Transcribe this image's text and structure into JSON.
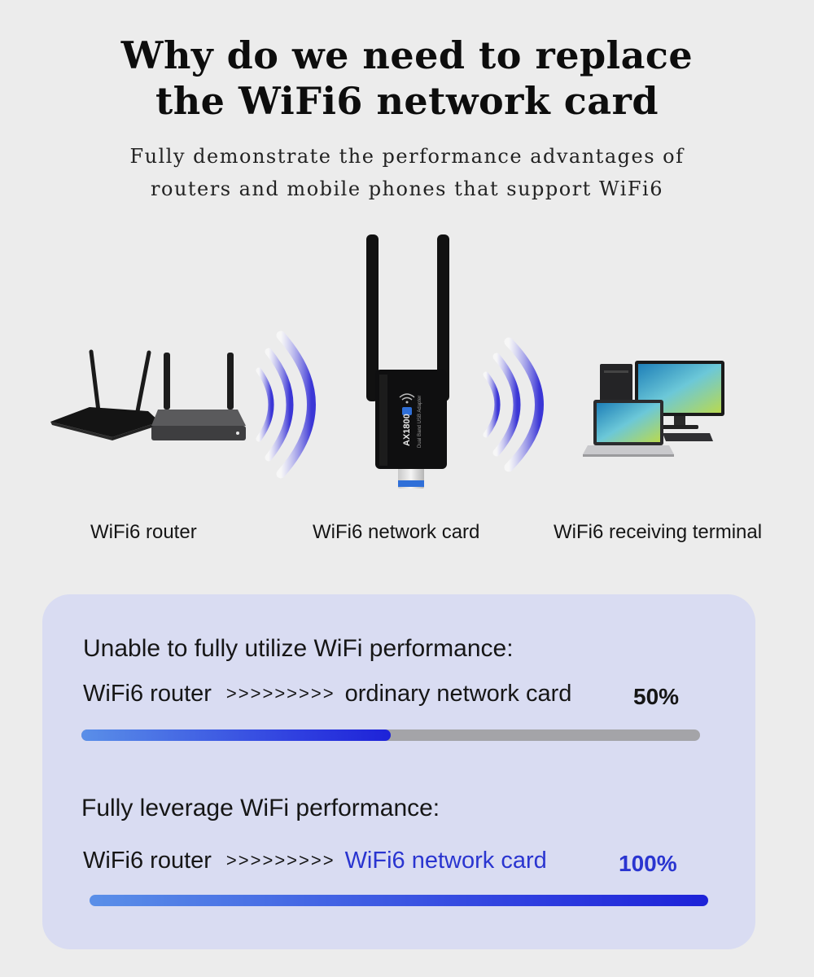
{
  "header": {
    "title_line1": "Why do we need to replace",
    "title_line2": "the WiFi6 network card",
    "subtitle_line1": "Fully demonstrate the performance advantages of",
    "subtitle_line2": "routers and mobile phones that support WiFi6"
  },
  "devices": {
    "router_label": "WiFi6 router",
    "card_label": "WiFi6 network card",
    "terminal_label": "WiFi6 receiving terminal",
    "card_model_text": "AX1800",
    "card_sub_text": "Dual Band USB Adapter"
  },
  "comparison": {
    "limited": {
      "heading": "Unable to fully utilize WiFi performance:",
      "source": "WiFi6 router",
      "arrows": ">>>>>>>>>",
      "target": "ordinary network card",
      "percent_label": "50%",
      "fill_fraction": 0.5
    },
    "full": {
      "heading": "Fully leverage WiFi performance:",
      "source": "WiFi6 router",
      "arrows": ">>>>>>>>>",
      "target": "WiFi6 network card",
      "percent_label": "100%",
      "fill_fraction": 1.0
    }
  },
  "colors": {
    "background": "#ececec",
    "panel": "#d9dcf2",
    "accent_blue": "#2a35d0",
    "bar_track": "#a4a4a8"
  }
}
